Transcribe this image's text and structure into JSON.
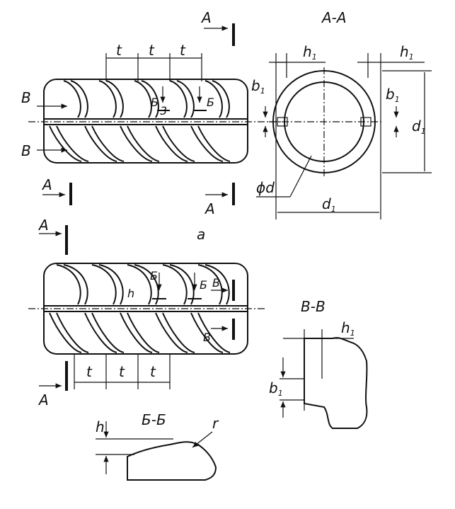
{
  "labels": {
    "section_AA": "А-А",
    "section_BB": "Б-Б",
    "section_VV": "В-В",
    "cut_A": "А",
    "cut_B": "Б",
    "cut_V": "В",
    "pitch_t": "t",
    "dim_h": "h",
    "dim_h1": "h",
    "dim_b1": "b",
    "sub1": "1",
    "dim_d1": "d",
    "dim_phid": "ϕd",
    "dim_r": "r",
    "fig_a": "a",
    "num_3": "3"
  },
  "colors": {
    "ink": "#111111",
    "paper": "#ffffff"
  }
}
